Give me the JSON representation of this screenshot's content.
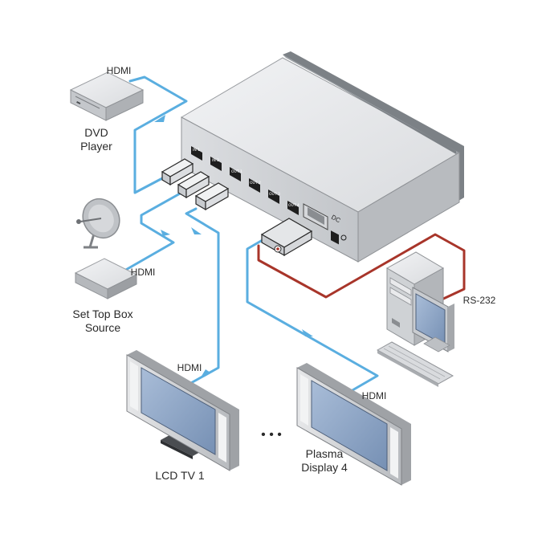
{
  "devices": {
    "dvd": {
      "label_line1": "DVD",
      "label_line2": "Player"
    },
    "stb": {
      "label_line1": "Set Top Box",
      "label_line2": "Source"
    },
    "lcd": {
      "label": "LCD TV 1"
    },
    "plasma": {
      "label_line1": "Plasma",
      "label_line2": "Display 4"
    },
    "ellipsis": "• • •"
  },
  "cables": {
    "dvd_hdmi": "HDMI",
    "stb_hdmi": "HDMI",
    "lcd_hdmi": "HDMI",
    "plasma_hdmi": "HDMI",
    "rs232": "RS-232"
  },
  "ports": {
    "in1": "IN 1",
    "in2": "IN 2",
    "out1": "OUT 1",
    "out2": "OUT 2",
    "out3": "OUT 3",
    "out4": "OUT 4",
    "dc": "DC"
  },
  "colors": {
    "hdmi_cable": "#5aaee0",
    "rs232_cable": "#a8352a",
    "device_gray": "#c9ccd0",
    "screen_blue": "#8fa8c8"
  }
}
